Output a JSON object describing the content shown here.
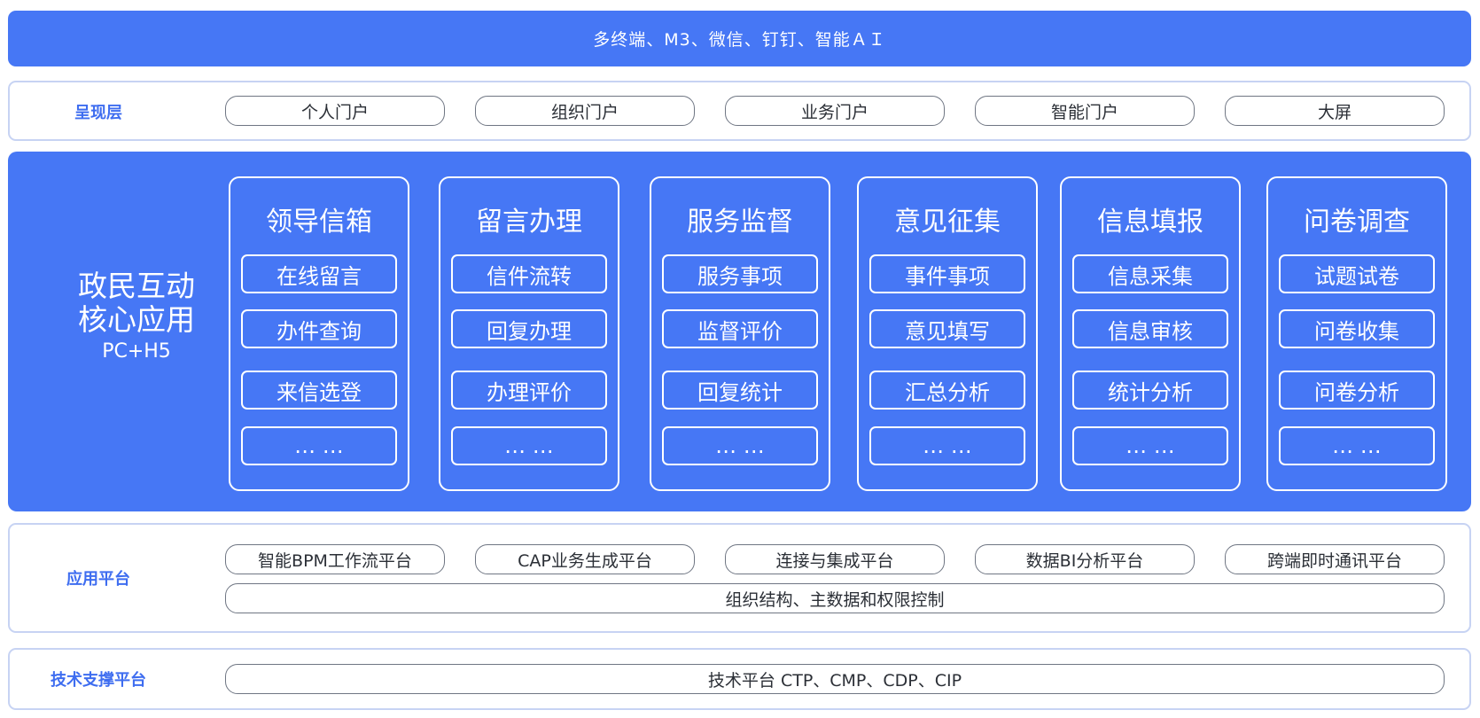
{
  "top_bar": {
    "text": "多终端、M3、微信、钉钉、智能ＡＩ"
  },
  "presentation_layer": {
    "label": "呈现层",
    "items": [
      "个人门户",
      "组织门户",
      "业务门户",
      "智能门户",
      "大屏"
    ]
  },
  "core": {
    "title_line1": "政民互动",
    "title_line2": "核心应用",
    "subtitle": "PC+H5",
    "modules": [
      {
        "title": "领导信箱",
        "items": [
          "在线留言",
          "办件查询",
          "来信选登",
          "… …"
        ]
      },
      {
        "title": "留言办理",
        "items": [
          "信件流转",
          "回复办理",
          "办理评价",
          "… …"
        ]
      },
      {
        "title": "服务监督",
        "items": [
          "服务事项",
          "监督评价",
          "回复统计",
          "… …"
        ]
      },
      {
        "title": "意见征集",
        "items": [
          "事件事项",
          "意见填写",
          "汇总分析",
          "… …"
        ]
      },
      {
        "title": "信息填报",
        "items": [
          "信息采集",
          "信息审核",
          "统计分析",
          "… …"
        ]
      },
      {
        "title": "问卷调查",
        "items": [
          "试题试卷",
          "问卷收集",
          "问卷分析",
          "… …"
        ]
      }
    ]
  },
  "app_platform": {
    "label": "应用平台",
    "items": [
      "智能BPM工作流平台",
      "CAP业务生成平台",
      "连接与集成平台",
      "数据BI分析平台",
      "跨端即时通讯平台"
    ],
    "wide_item": "组织结构、主数据和权限控制"
  },
  "tech_platform": {
    "label": "技术支撑平台",
    "wide_item": "技术平台 CTP、CMP、CDP、CIP"
  }
}
